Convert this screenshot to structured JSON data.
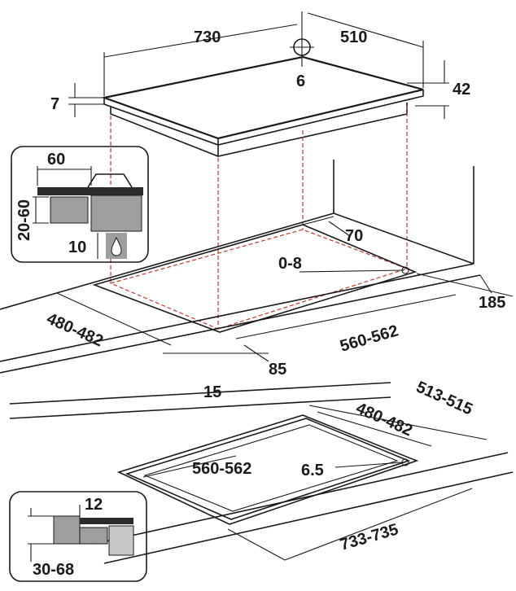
{
  "hob_top": {
    "width": "730",
    "depth": "510",
    "gas_inlet": "6",
    "glass_thickness": "7",
    "height": "42"
  },
  "inset_top": {
    "label_width": "60",
    "label_worktop": "20-60",
    "label_gap": "10",
    "icon": "gas-drop-icon"
  },
  "cutout": {
    "label_depth_offset": "70",
    "label_tolerance": "0-8",
    "label_side": "185",
    "label_depth": "480-482",
    "label_width": "560-562",
    "label_front": "85",
    "label_edge": "15"
  },
  "flush": {
    "label_outer_depth": "513-515",
    "label_inner_depth": "480-482",
    "label_inner_width": "560-562",
    "label_radius": "6.5",
    "label_outer_width": "733-735"
  },
  "inset_bottom": {
    "label_step": "12",
    "label_worktop": "30-68"
  },
  "colors": {
    "line": "#1a1a1a",
    "hidden": "#c0392b",
    "panel_fill": "#9e9e9e",
    "dark_fill": "#2b2b2b",
    "light_fill": "#c8c8c8"
  }
}
